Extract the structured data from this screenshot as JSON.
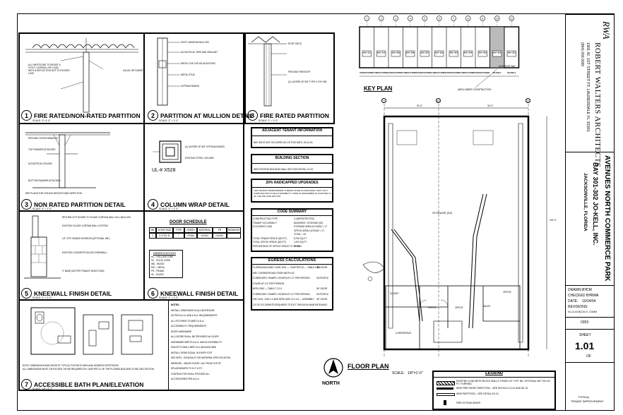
{
  "sheet": {
    "project_line1": "AVENUES NORTH COMMERCE PARK",
    "project_line2": "BAY 301-302 JO-KELL, INC.",
    "project_line3": "JACKSONVILLE, FLORIDA",
    "architect_initials": "RWA",
    "architect_name": "ROBERT WALTERS ARCHITECTS",
    "architect_address": "1901 W. 1ST STREET FT. LAUDERDALE FL 33301",
    "architect_phone": "(954) 000-0000",
    "drawn_by_label": "DRAWN BY:",
    "drawn_by": "CM",
    "checked_by_label": "CHECKED BY:",
    "checked_by": "RWA",
    "date_label": "DATE:",
    "date": "10/24/04",
    "revisions_label": "REVISIONS:",
    "revisions": "04-12-04 BLDG D. COMM",
    "job_no": "0353",
    "sheet_label": "SHEET",
    "sheet_number": "1.01",
    "sheet_of": "OF",
    "sheet_description_1": "TYPICAL",
    "sheet_description_2": "TENANT IMPROVEMENT"
  },
  "details": {
    "d1": {
      "num": "1",
      "title": "FIRE RATED/NON-RATED PARTITION",
      "scale": "SCALE: 3\"=1'-0\""
    },
    "d2": {
      "num": "2",
      "title": "PARTITION AT MULLION DETAIL",
      "scale": "SCALE: 3\" = 1'-0\""
    },
    "d3": {
      "num": "3",
      "title": "NON RATED PARTITION DETAIL",
      "scale": "SCALE: 3\" = 1'-0\""
    },
    "d4": {
      "num": "4",
      "title": "COLUMN WRAP DETAIL",
      "scale": "SCALE: 3\" = 1'-0\"",
      "ul": "UL-# X528"
    },
    "d5": {
      "num": "5",
      "title": "KNEEWALL FINISH DETAIL",
      "scale": "SCALE: 1\" = 1'-0\""
    },
    "d6": {
      "num": "6",
      "title": "KNEEWALL FINISH DETAIL",
      "scale": "SCALE: 1\" = 1'-0\""
    },
    "d7": {
      "num": "7",
      "title": "ACCESSIBLE BATH PLAN/ELEVATION",
      "scale": "SCALE: 1/4\"=1'-0\""
    },
    "d8": {
      "num": "8",
      "title": "FIRE RATED PARTITION",
      "scale": "SCALE: 3\" = 1'-0\""
    }
  },
  "notes": {
    "d1_n1": "ALL PARTITIONS TO RESIST A",
    "d1_n2": "5 P.S.F. LATERAL LIVE LOAD",
    "d1_n3": "WITH A DEFLECTION NOT TO EXCEED",
    "d1_n4": "L/240",
    "d1_n5": "CAULK OR GASKET",
    "d2_n1": "EXIST. WINDOW MULLION",
    "d2_n2": "ACOUSTICAL TAPE AND SEALANT",
    "d2_n3": "METAL CHS CAP AS ADJUSTING",
    "d2_n4": "METAL STUD",
    "d2_n5": "GYPSUM BOARD",
    "d8_n1": "ROOF DECK",
    "d8_n2": "PROVIDE FIRESTOP",
    "d8_n3": "(2) LAYERS OF 5/8\" TYPE X GYP. BD.",
    "d3_n1": "PROVIDE CROSS BRACING",
    "d3_n2": "TOP RUNNER ATTACHED",
    "d3_n3": "ACOUSTICAL CEILING",
    "d3_n4": "BOTTOM RUNNER ATTACHED",
    "d3_n5": "SEE PLANS FOR CEILING HEIGHTS AND DIRECTION",
    "d4_n1": "(2) LAYERS OF 5/8\" GYPSUM BOARD",
    "d4_n2": "EXISTING STEEL COLUMN",
    "d5_n1": "RETURN GYP. BOARD TO GLASS CURTAIN WALL SILL MULLION",
    "d5_n2": "EXISTING GLASS CURTAIN WALL SYSTEM",
    "d5_n3": "1/2\" GYP. BOARD INTERIOR (OPTIONAL 5/8\")",
    "d5_n4": "EXISTING CONCRETE BLOCK KNEEWALL",
    "d5_n5": "4\" BASE (AS PER TENANT SELECTION)",
    "d7_note": "NOTE: DIMENSIONS AND HEIGHTS TYPICAL FOR BOTH MEN AND WOMEN'S RESTROOM",
    "d7_note2": "ALL DIMENSIONS MUST OR EXCEED THOSE REQUIRED BY CHAPTER 11 OF THE FLORIDA BUILDING CODE 2001 EDITION"
  },
  "door_schedule": {
    "title": "DOOR SCHEDULE",
    "headers": [
      "MK",
      "DOOR SIZE",
      "TYPE",
      "FINISH",
      "MATERIAL",
      "FR",
      "REMARKS"
    ],
    "row": [
      "1",
      "3'-0\"X6'-8\"",
      "*",
      "STAIN",
      "HC/MC",
      "HC/MC",
      ""
    ],
    "abbr_title": "ABBREVIATIONS",
    "abbr": [
      "HC - HOLLOW CORE",
      "SC - SOLID CORE",
      "WD - WOOD",
      "MTL - METAL",
      "FR - FRAME",
      "GL - GLASS"
    ]
  },
  "general_notes": [
    "NOTES:",
    "INSTALL GRAB BARS IN ALL BATHROOM",
    "AS PER A.D.A. AND A.D.A. REQUIREMENTS",
    "ALL FIXTURES TO MEET A.D.A.",
    "ACCESSIBILITY REQUIREMENTS",
    "DOOR HARDWARE:",
    "ALL DOORS SHALL BE PROVIDED W/ LEVER",
    "HARDWARE MEETS A.D.A. AND ACCESSIBILITY",
    "FAUCETS SHALL MEET ALL ADA AND ANSI",
    "INSTALL SIGNS EQUAL IN EVERY EXIT",
    "SEE SPEC. SCHEDULE FOR MATERIAL SPECIFICATION",
    "MIRRORS – ABOVE EVERY LAV. FROM TOP OF",
    "SPLASHBOARD TO 6'-0\" A.F.F.",
    "CONTRACTOR SHALL PROVIDE ALL",
    "ACCESSORIES PER A.D.A."
  ],
  "tables": {
    "adjacent_title": "ADJACENT TENANT INFORMATION",
    "adjacent_text": "BAY 303 IS NOT OCCUPIED AS OF THIS DATE, 03-24-04",
    "building_title": "BUILDING SECTION",
    "building_text": "SEE EXISTING BUILDING WALL SECTION DETAIL 1/1.03",
    "hc_title": "20% HADICAPPED UPGRADES",
    "hc_text": "THIS TENANT IMPROVEMENT IS BEING DONE IN A BUILDING THAT FULLY COMPLIES WITH THE ACCESSIBILITY CODE AS DESCRIBED IN CHAPTER 11 OF THE FBC 2001 EDITION",
    "code_title": "CODE SUMMARY",
    "code_rows": [
      [
        "CONSTRUCTION TYPE",
        "II (UNPROTECTED)"
      ],
      [
        "TENANT OCCUPANCY",
        "BUSINESS / STORAGE (S2)"
      ],
      [
        "OCCUPANT LOAD",
        "STORAGE AREA 5,276/300 = 17"
      ],
      [
        "",
        "OFFICE AREA 1,870/100 = 17"
      ],
      [
        "",
        "TOTAL = 34"
      ],
      [
        "TOTAL TENANT SPACE (302 FT)",
        "8,706 SQ FT"
      ],
      [
        "TOTAL OFFICE SPACE (302 FT)",
        "1,870 SQ FT"
      ],
      [
        "PERCENTAGE OF OFFICE SPACE TO TOTAL",
        "21.74%"
      ]
    ],
    "egress_title": "EGRESS CALCULATIONS",
    "egress_rows": [
      [
        "FLORIDA BUILDING CODE 2001 — CHAPTER 10 — TABLE 1004",
        "36\" DOOR"
      ],
      [
        "MIN. CORRIDOR AND STAIR WIDTH 44\"",
        ""
      ],
      [
        "CORRIDORS / RAMPS / DOORS AT 0.2\" PER PERSON",
        "34 PEOPLE"
      ],
      [
        "STAIRS AT 0.3\" PER PERSON",
        ""
      ],
      [
        "NFPA 2000 — TABLE 7.3.3.1",
        "36\" DOOR"
      ],
      [
        "CORRIDORS / RAMPS / DOORS AT 0.2\" PER PERSON",
        "34 PEOPLE"
      ],
      [
        "FBC 2001, 1015.1.1 AND NFPA 2000 12.2.3.3 — ASSEMBLY",
        "36\" DOOR"
      ],
      [
        "1/3 OF OCCUPANTS REQUIRED TO EXIT THROUGH MAIN ENTRANCE",
        ""
      ]
    ]
  },
  "key_plan": {
    "title": "KEY PLAN",
    "bays": [
      "BAY 311",
      "BAY 310",
      "BAY 309",
      "BAY 308",
      "BAY 307",
      "BAY 306",
      "BAY 305",
      "BAY 304",
      "BAY 303",
      "BAY 302",
      "BAY 301"
    ],
    "labels": [
      "UNOCCUPIED",
      "UNOCCUPIED",
      "UNOCCUPIED",
      "UNOCCUPIED",
      "UNOCCUPIED",
      "UNOCCUPIED",
      "UNOCCUPIED",
      "UNOCCUPIED",
      "UNOCCUPIED",
      "JO-KELL",
      "JO-KELL"
    ],
    "adjacent": "ADJACENT BAY",
    "under_construction": "AREA UNDER CONSTRUCTION",
    "grid": [
      "1",
      "2",
      "3",
      "4",
      "5",
      "6",
      "7",
      "8",
      "9",
      "10",
      "11"
    ]
  },
  "floor_plan": {
    "title": "FLOOR PLAN",
    "scale": "SCALE:",
    "scale_value": "1/8\"=1'-0\"",
    "north": "NORTH",
    "grid_9": "9",
    "grid_10": "10",
    "grid_11": "11",
    "dim_1": "34'-0\"",
    "dim_2": "34'-0\"",
    "dim_3": "140'-0\"",
    "storage": "STORAGE (S2)",
    "conference": "CONFERENCE",
    "closet": "CLOSET",
    "sales": "SALES",
    "office": "OFFICE",
    "room_labels": [
      "OFFICE",
      "OFFICE",
      "OFFICE"
    ]
  },
  "legend": {
    "title": "LEGEND",
    "items": [
      "EXISTING CONCRETE BLOCK WALLS, FINISH 1/2\" GYP. BD. OPTIONAL 5/8\" ON 1x2 P.T. FURRING",
      "NEW FIRE RATED PARTITION – SEE DETAILS 1/1.01 AND 8/1.01",
      "NEW PARTITION – SEE DETAIL 3/1.01",
      "FIRE EXTINGUISHER"
    ]
  }
}
